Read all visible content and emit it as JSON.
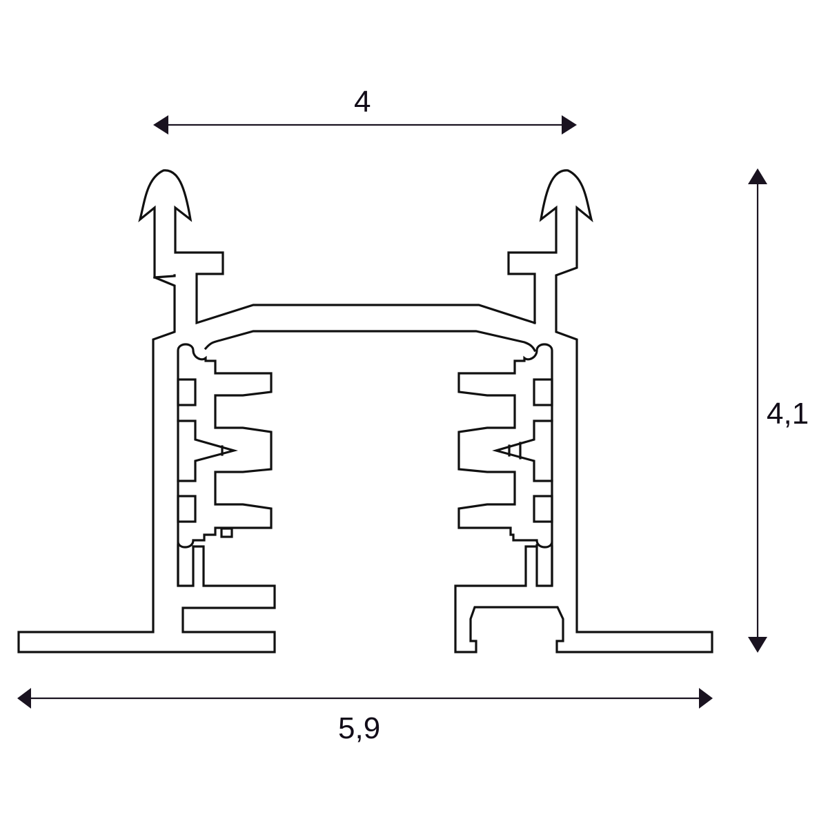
{
  "diagram": {
    "type": "technical-profile-cross-section",
    "stroke_color": "#111111",
    "background_color": "#ffffff",
    "dimensions": {
      "top_width": {
        "label": "4",
        "orientation": "horizontal"
      },
      "height": {
        "label": "4,1",
        "orientation": "vertical"
      },
      "overall_width": {
        "label": "5,9",
        "orientation": "horizontal"
      }
    },
    "parts": [
      "left-barbed-clip",
      "right-barbed-clip",
      "top-bridge",
      "left-conductor-slots",
      "right-conductor-slots",
      "left-flange",
      "right-flange",
      "bottom-channel"
    ]
  }
}
